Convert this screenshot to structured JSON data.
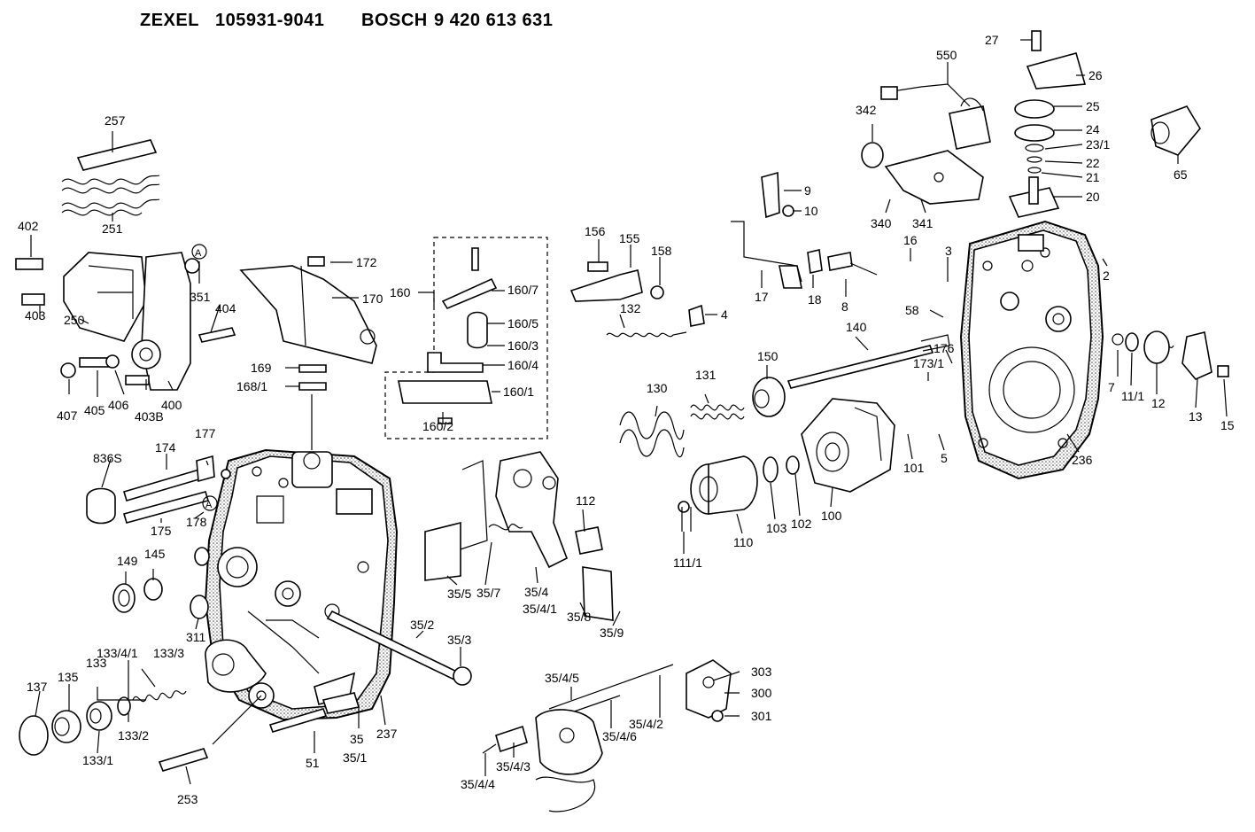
{
  "header": {
    "brand1": "ZEXEL",
    "part1": "105931-9041",
    "brand2": "BOSCH",
    "part2": "9 420 613 631"
  },
  "callouts": {
    "c27": "27",
    "c550": "550",
    "c26": "26",
    "c25": "25",
    "c24": "24",
    "c23_1": "23/1",
    "c22": "22",
    "c21": "21",
    "c20": "20",
    "c65": "65",
    "c342": "342",
    "c340": "340",
    "c341": "341",
    "c9": "9",
    "c10": "10",
    "c17": "17",
    "c18": "18",
    "c8": "8",
    "c16": "16",
    "c3": "3",
    "c58": "58",
    "c2": "2",
    "c4": "4",
    "c156": "156",
    "c155": "155",
    "c158": "158",
    "c132": "132",
    "c257": "257",
    "c251": "251",
    "c402": "402",
    "cA1": "A",
    "c351": "351",
    "c404": "404",
    "c403": "403",
    "c250": "250",
    "c407": "407",
    "c405": "405",
    "c406": "406",
    "c403B": "403B",
    "c400": "400",
    "c172": "172",
    "c170": "170",
    "c160": "160",
    "c160_7": "160/7",
    "c160_5": "160/5",
    "c160_3": "160/3",
    "c160_4": "160/4",
    "c160_1": "160/1",
    "c160_2": "160/2",
    "c169": "169",
    "c168_1": "168/1",
    "c140": "140",
    "c176": "176",
    "c173_1": "173/1",
    "c150": "150",
    "c131": "131",
    "c130": "130",
    "c7": "7",
    "c11_1": "11/1",
    "c12": "12",
    "c13": "13",
    "c15": "15",
    "c101": "101",
    "c5": "5",
    "c236": "236",
    "c836S": "836S",
    "c174": "174",
    "c177": "177",
    "cA2": "A",
    "c178": "178",
    "c175": "175",
    "c112": "112",
    "c111_1": "111/1",
    "c110": "110",
    "c103": "103",
    "c102": "102",
    "c100": "100",
    "c149": "149",
    "c145": "145",
    "c311": "311",
    "c35_5": "35/5",
    "c35_7": "35/7",
    "c35_4": "35/4",
    "c35_4_1": "35/4/1",
    "c35_8": "35/8",
    "c35_9": "35/9",
    "c35_2": "35/2",
    "c35_3": "35/3",
    "c133_4_1": "133/4/1",
    "c133": "133",
    "c133_3": "133/3",
    "c137": "137",
    "c135": "135",
    "c133_2": "133/2",
    "c133_1": "133/1",
    "c237": "237",
    "c35": "35",
    "c35_1": "35/1",
    "c51": "51",
    "c253": "253",
    "c35_4_5": "35/4/5",
    "c303": "303",
    "c300": "300",
    "c35_4_2": "35/4/2",
    "c35_4_6": "35/4/6",
    "c301": "301",
    "c35_4_3": "35/4/3",
    "c35_4_4": "35/4/4"
  }
}
